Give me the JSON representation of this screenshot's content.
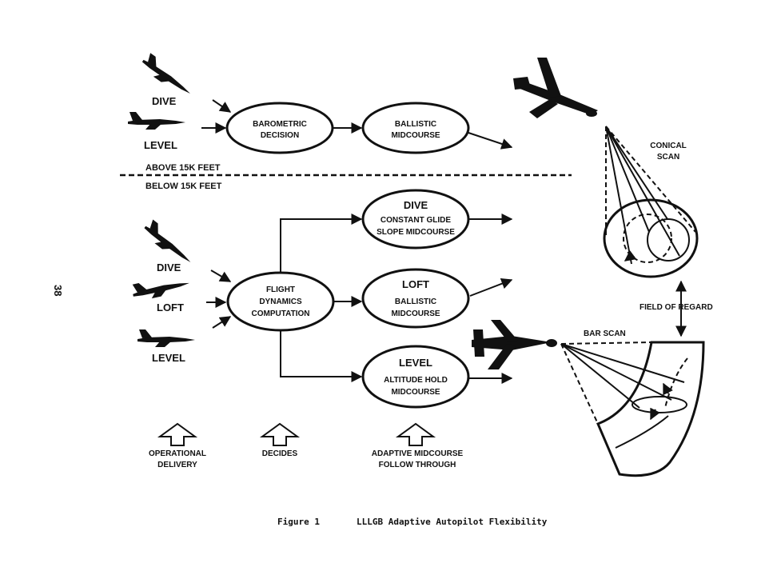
{
  "page_number": "38",
  "top": {
    "dive_label": "DIVE",
    "level_label": "LEVEL",
    "barometric_line1": "BAROMETRIC",
    "barometric_line2": "DECISION",
    "ballistic_line1": "BALLISTIC",
    "ballistic_line2": "MIDCOURSE"
  },
  "divider": {
    "above": "ABOVE 15K FEET",
    "below": "BELOW 15K FEET"
  },
  "bottom": {
    "dive_label": "DIVE",
    "loft_label": "LOFT",
    "level_label": "LEVEL",
    "flight_line1": "FLIGHT",
    "flight_line2": "DYNAMICS",
    "flight_line3": "COMPUTATION",
    "dive_mode": {
      "title": "DIVE",
      "line1": "CONSTANT GLIDE",
      "line2": "SLOPE MIDCOURSE"
    },
    "loft_mode": {
      "title": "LOFT",
      "line1": "BALLISTIC",
      "line2": "MIDCOURSE"
    },
    "level_mode": {
      "title": "LEVEL",
      "line1": "ALTITUDE HOLD",
      "line2": "MIDCOURSE"
    }
  },
  "footer": {
    "operational_line1": "OPERATIONAL",
    "operational_line2": "DELIVERY",
    "decides": "DECIDES",
    "adaptive_line1": "ADAPTIVE MIDCOURSE",
    "adaptive_line2": "FOLLOW THROUGH"
  },
  "right": {
    "conical_line1": "CONICAL",
    "conical_line2": "SCAN",
    "field_of_regard": "FIELD OF REGARD",
    "bar_scan": "BAR SCAN"
  },
  "caption": {
    "figure": "Figure 1",
    "title": "LLLGB Adaptive Autopilot Flexibility"
  }
}
